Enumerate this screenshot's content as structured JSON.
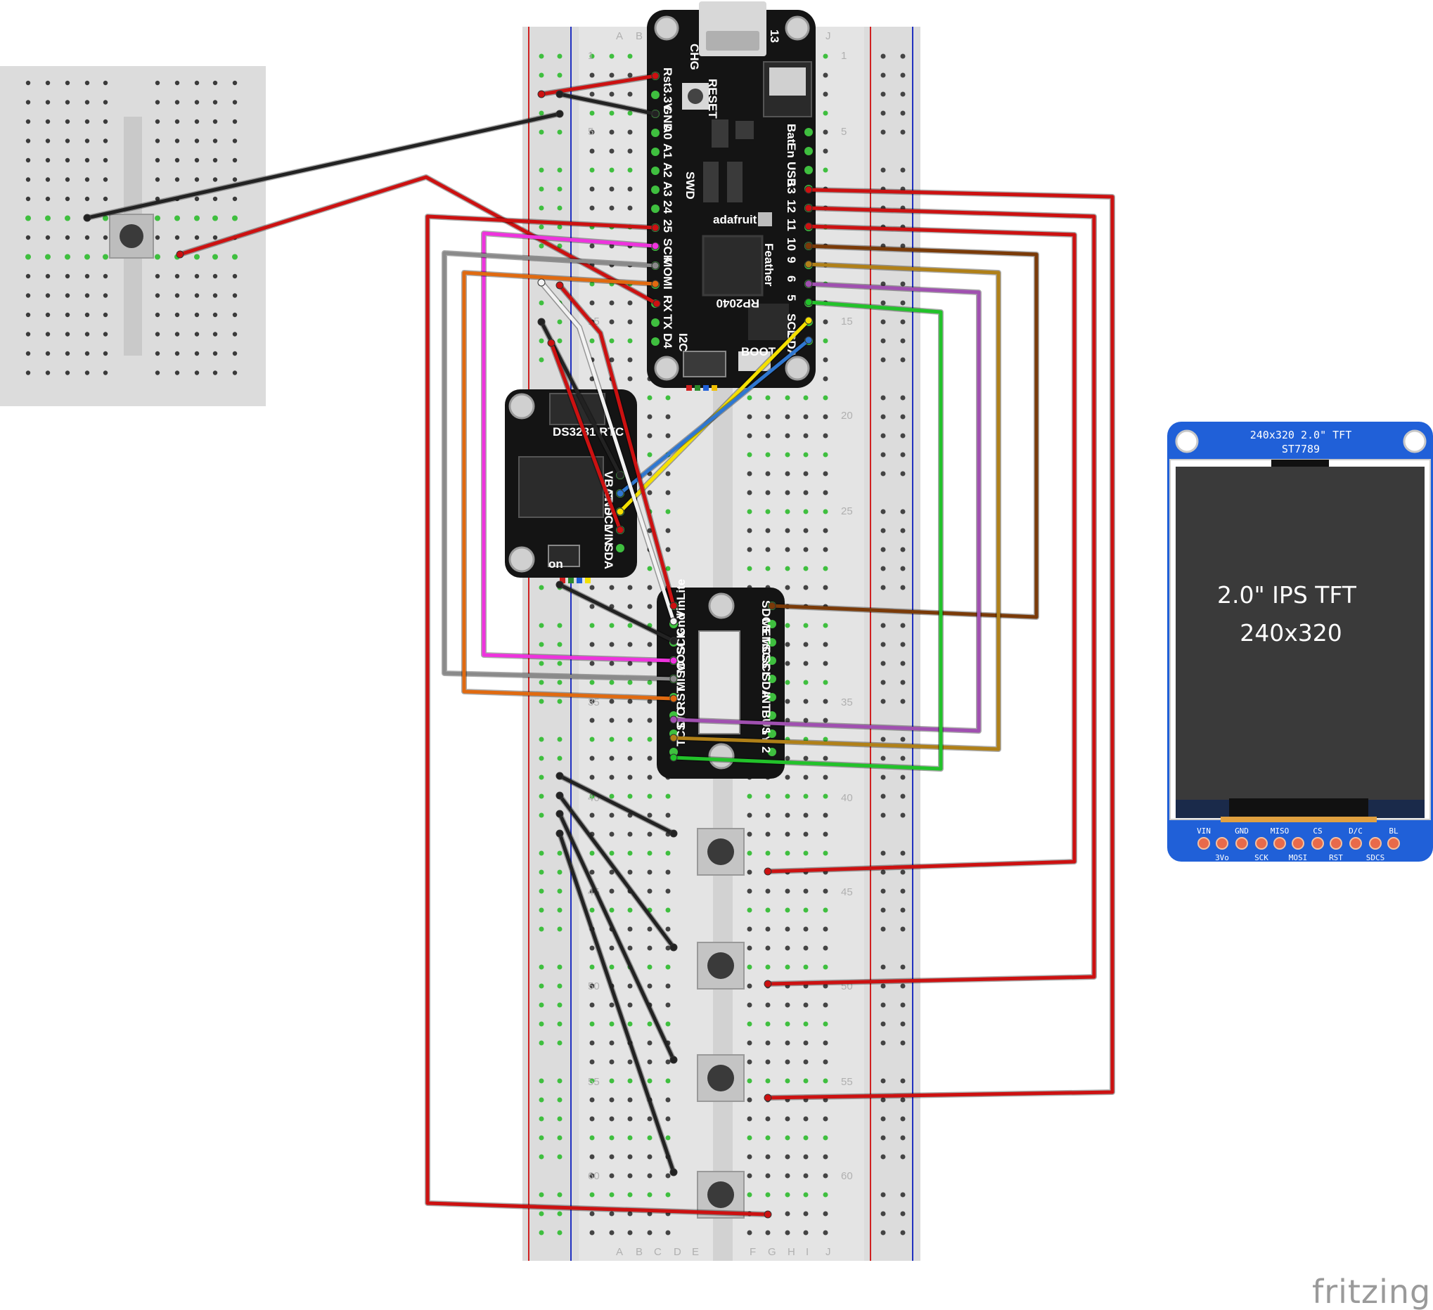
{
  "breadboard": {
    "column_letters_left": [
      "A",
      "B",
      "C",
      "D",
      "E"
    ],
    "column_letters_right": [
      "F",
      "G",
      "H",
      "I",
      "J"
    ],
    "row_numbers": [
      "1",
      "5",
      "15",
      "20",
      "25",
      "35",
      "40",
      "45",
      "50",
      "55",
      "60"
    ]
  },
  "feather": {
    "brand": "adafruit",
    "model": "Feather",
    "chip": "RP2040",
    "top_labels": [
      "CHG",
      "13"
    ],
    "left_pins": [
      "Rst",
      "3.3V",
      "GND",
      "A0",
      "A1",
      "A2",
      "A3",
      "24",
      "25",
      "SCK",
      "MO",
      "MI",
      "RX",
      "TX",
      "D4"
    ],
    "right_pins": [
      "Bat",
      "En",
      "USB",
      "13",
      "12",
      "11",
      "10",
      "9",
      "6",
      "5",
      "SCL",
      "SDA"
    ],
    "board_marks": [
      "RESET",
      "SWD",
      "BOOT",
      "I2C"
    ]
  },
  "rtc": {
    "name": "DS3231 RTC",
    "pins": [
      "VBAT",
      "GND",
      "VIN",
      "SCL",
      "SDA"
    ],
    "extra": [
      "on"
    ]
  },
  "breakout": {
    "left_pins": [
      "Lite",
      "Vin",
      "Gnd",
      "SCK",
      "MOSI",
      "MISO",
      "RST",
      "D/C",
      "TCS"
    ],
    "right_pins": [
      "SDCS",
      "MEMCS",
      "TSCS",
      "SCL",
      "SDA",
      "INT",
      "BUSY",
      "1",
      "2"
    ]
  },
  "tft": {
    "header_line1": "240x320 2.0\" TFT",
    "header_line2": "ST7789",
    "screen_line1": "2.0\" IPS TFT",
    "screen_line2": "240x320",
    "pins_top": [
      "VIN",
      "GND",
      "MISO",
      "CS",
      "D/C",
      "BL"
    ],
    "pins_bottom": [
      "3Vo",
      "SCK",
      "MOSI",
      "RST",
      "SDCS"
    ]
  },
  "branding": {
    "watermark": "fritzing"
  },
  "colors": {
    "wire_red": "#cc1111",
    "wire_black": "#222222",
    "wire_magenta": "#ee33dd",
    "wire_gray": "#8a8a8a",
    "wire_orange": "#e06a10",
    "wire_white": "#f2f2f2",
    "wire_yellow": "#f5e000",
    "wire_blue": "#2f77d0",
    "wire_brown": "#7a3a08",
    "wire_ochre": "#b08018",
    "wire_purple": "#a050b0",
    "wire_green": "#22c22a",
    "tft_blue": "#2060d8",
    "pcb_black": "#141414",
    "hole_green": "#3fbf3f"
  }
}
